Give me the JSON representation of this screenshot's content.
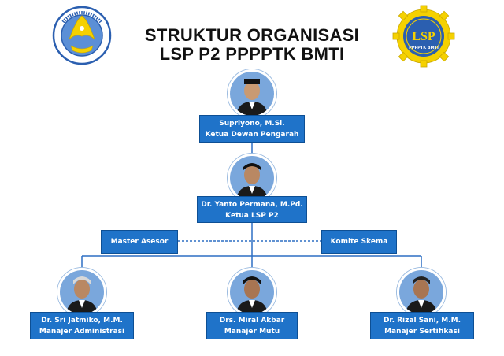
{
  "title": {
    "line1": "STRUKTUR ORGANISASI",
    "line2": "LSP P2 PPPPTK BMTI"
  },
  "logos": {
    "left": {
      "icon": "tut-wuri-handayani-logo",
      "ring_text": "TUT WURI HANDAYANI"
    },
    "right": {
      "icon": "lsp-gear-logo",
      "main_text": "LSP",
      "sub_text": "PPPPTK BMTI"
    }
  },
  "nodes": {
    "pengarah": {
      "name": "Supriyono, M.Si.",
      "role": "Ketua Dewan Pengarah"
    },
    "ketua": {
      "name": "Dr. Yanto Permana, M.Pd.",
      "role": "Ketua LSP P2"
    },
    "master_asesor": {
      "label": "Master Asesor"
    },
    "komite_skema": {
      "label": "Komite Skema"
    },
    "administrasi": {
      "name": "Dr. Sri Jatmiko, M.M.",
      "role": "Manajer Administrasi"
    },
    "mutu": {
      "name": "Drs. Miral Akbar",
      "role": "Manajer Mutu"
    },
    "sertifikasi": {
      "name": "Dr. Rizal Sani, M.M.",
      "role": "Manajer Sertifikasi"
    }
  },
  "colors": {
    "box_fill": "#1f73c9",
    "box_border": "#0d4f94",
    "connector": "#2d6fc4",
    "photo_bg": "#7aa7dc",
    "logo_yellow": "#f5d100",
    "logo_blue": "#2b5fb0"
  }
}
